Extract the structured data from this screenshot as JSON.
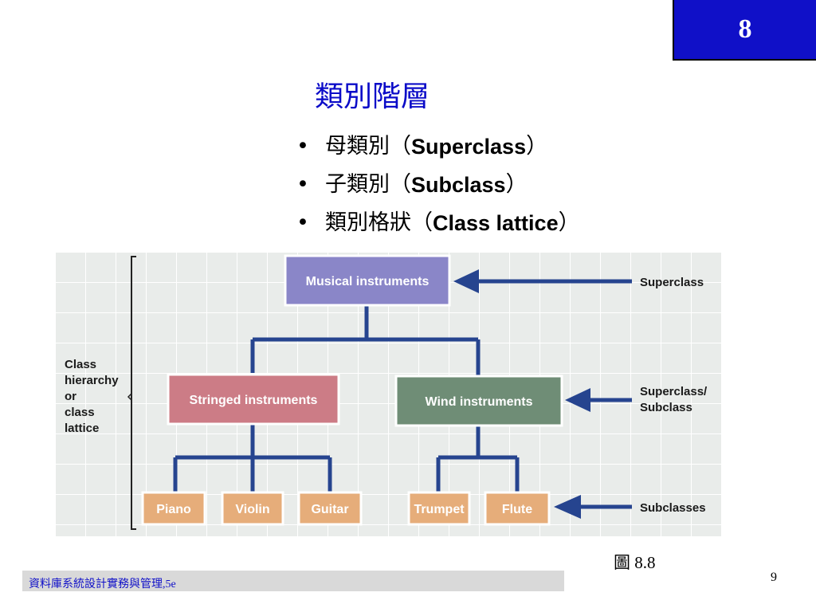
{
  "slide": {
    "chapter_number": "8",
    "title": "類別階層",
    "bullets": [
      {
        "zh": "母類別",
        "open": "（",
        "en": "Superclass",
        "close": "）"
      },
      {
        "zh": "子類別",
        "open": "（",
        "en": "Subclass",
        "close": "）"
      },
      {
        "zh": "類別格狀",
        "open": "（",
        "en": "Class lattice",
        "close": "）"
      }
    ],
    "bullet_glyph": "•",
    "figure_caption": "圖 8.8",
    "footer_text": "資料庫系統設計實務與管理,5e",
    "page_number": "9"
  },
  "diagram": {
    "root": "Musical instruments",
    "mid": [
      "Stringed instruments",
      "Wind instruments"
    ],
    "leaves": [
      "Piano",
      "Violin",
      "Guitar",
      "Trumpet",
      "Flute"
    ],
    "left_label": [
      "Class",
      "hierarchy",
      "or",
      "class",
      "lattice"
    ],
    "right_labels": {
      "superclass": "Superclass",
      "superclass_subclass": [
        "Superclass/",
        "Subclass"
      ],
      "subclasses": "Subclasses"
    },
    "colors": {
      "root_fill": "#8a86c8",
      "stringed_fill": "#cc7c86",
      "wind_fill": "#6f8d76",
      "leaf_fill": "#e6ad7a",
      "connector": "#26448f",
      "grid_bg": "#e9ecea"
    }
  }
}
